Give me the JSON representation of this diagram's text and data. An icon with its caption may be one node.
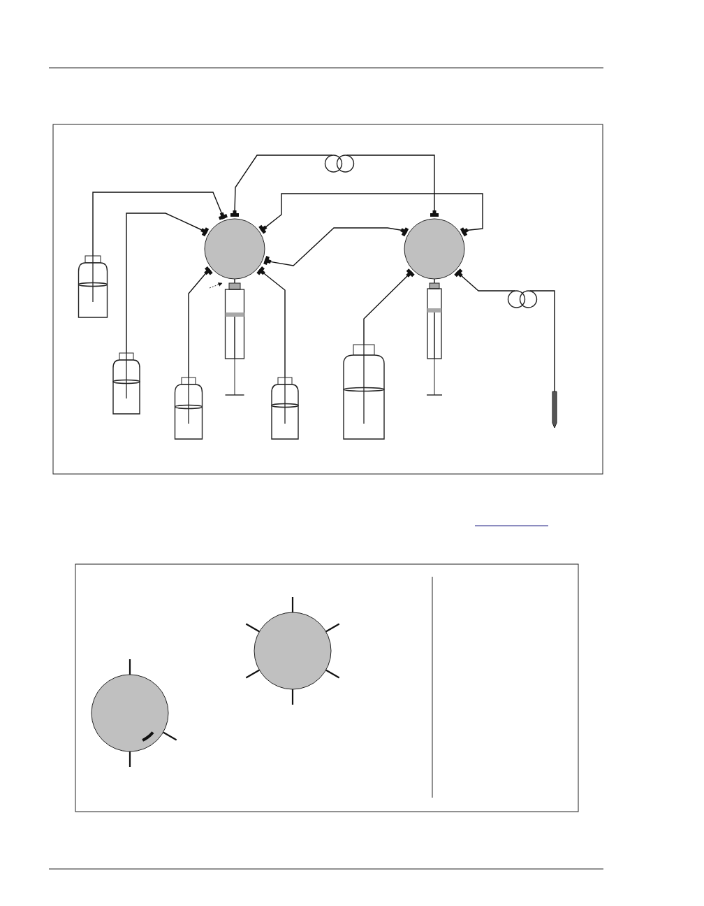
{
  "diagram": {
    "nodes": [
      {
        "text": [],
        "shape": "circle"
      },
      {
        "text": [],
        "shape": "circle"
      },
      {
        "text": [],
        "shape": "bottle"
      },
      {
        "text": [],
        "shape": "bottle"
      },
      {
        "text": [],
        "shape": "bottle"
      },
      {
        "text": [],
        "shape": "bottle"
      },
      {
        "text": [],
        "shape": "bottle"
      },
      {
        "text": [],
        "shape": "syringe"
      },
      {
        "text": [],
        "shape": "syringe"
      },
      {
        "text": [],
        "shape": "needle"
      },
      {
        "text": [],
        "shape": "coil"
      },
      {
        "text": [],
        "shape": "coil"
      },
      {
        "text": [],
        "shape": "circle"
      },
      {
        "text": [],
        "shape": "circle"
      }
    ],
    "edges": [
      {
        "from": 2,
        "to": 0,
        "arrow": "none"
      },
      {
        "from": 3,
        "to": 0,
        "arrow": "none"
      },
      {
        "from": 4,
        "to": 0,
        "arrow": "none"
      },
      {
        "from": 5,
        "to": 0,
        "arrow": "none"
      },
      {
        "from": 0,
        "to": 1,
        "arrow": "none"
      },
      {
        "from": 0,
        "to": 1,
        "arrow": "none"
      },
      {
        "from": 6,
        "to": 1,
        "arrow": "none"
      },
      {
        "from": 1,
        "to": 11,
        "arrow": "none"
      },
      {
        "from": 11,
        "to": 9,
        "arrow": "none"
      },
      {
        "from": 0,
        "to": 10,
        "arrow": "none"
      },
      {
        "from": 10,
        "to": 1,
        "arrow": "none"
      },
      {
        "from": 0,
        "to": 7,
        "arrow": "none"
      },
      {
        "from": 1,
        "to": 8,
        "arrow": "none"
      }
    ]
  }
}
